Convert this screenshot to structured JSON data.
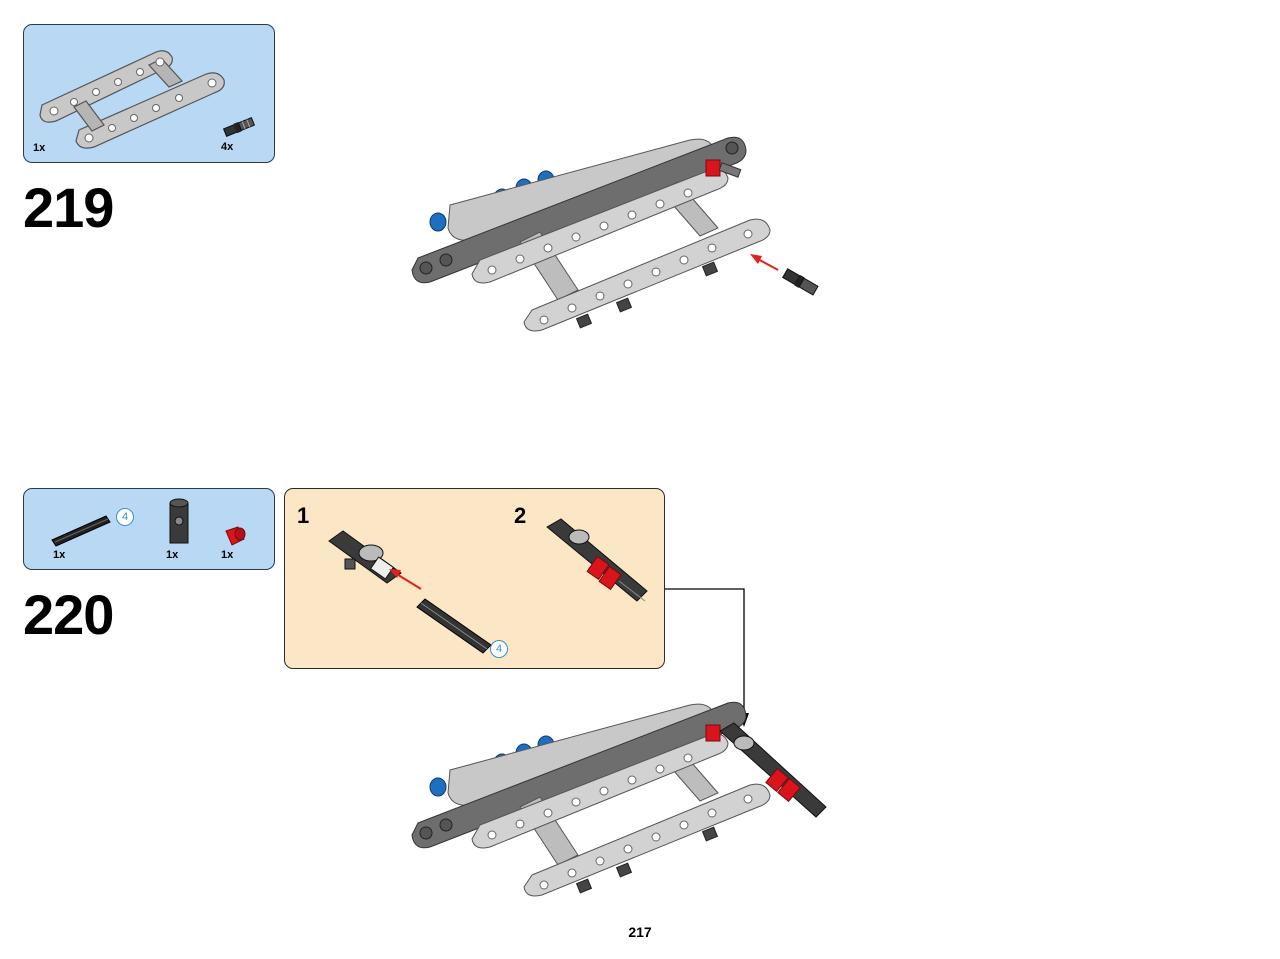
{
  "page": {
    "number": "217"
  },
  "steps": [
    {
      "number": "219",
      "parts": [
        {
          "name": "frame",
          "qty": "1x"
        },
        {
          "name": "pin",
          "qty": "4x"
        }
      ]
    },
    {
      "number": "220",
      "parts": [
        {
          "name": "axle",
          "qty": "1x",
          "length": "4"
        },
        {
          "name": "connector",
          "qty": "1x"
        },
        {
          "name": "bush",
          "qty": "1x"
        }
      ],
      "substeps": [
        {
          "number": "1",
          "axle_length": "4"
        },
        {
          "number": "2"
        }
      ]
    }
  ],
  "colors": {
    "parts_box": "#b9d8f4",
    "substep_box": "#fbe7c6",
    "light_gray": "#c8c8c8",
    "dark_gray": "#6e6e6e",
    "red": "#d9141b",
    "blue": "#1f6fc0",
    "arrow_red": "#e0201c"
  }
}
